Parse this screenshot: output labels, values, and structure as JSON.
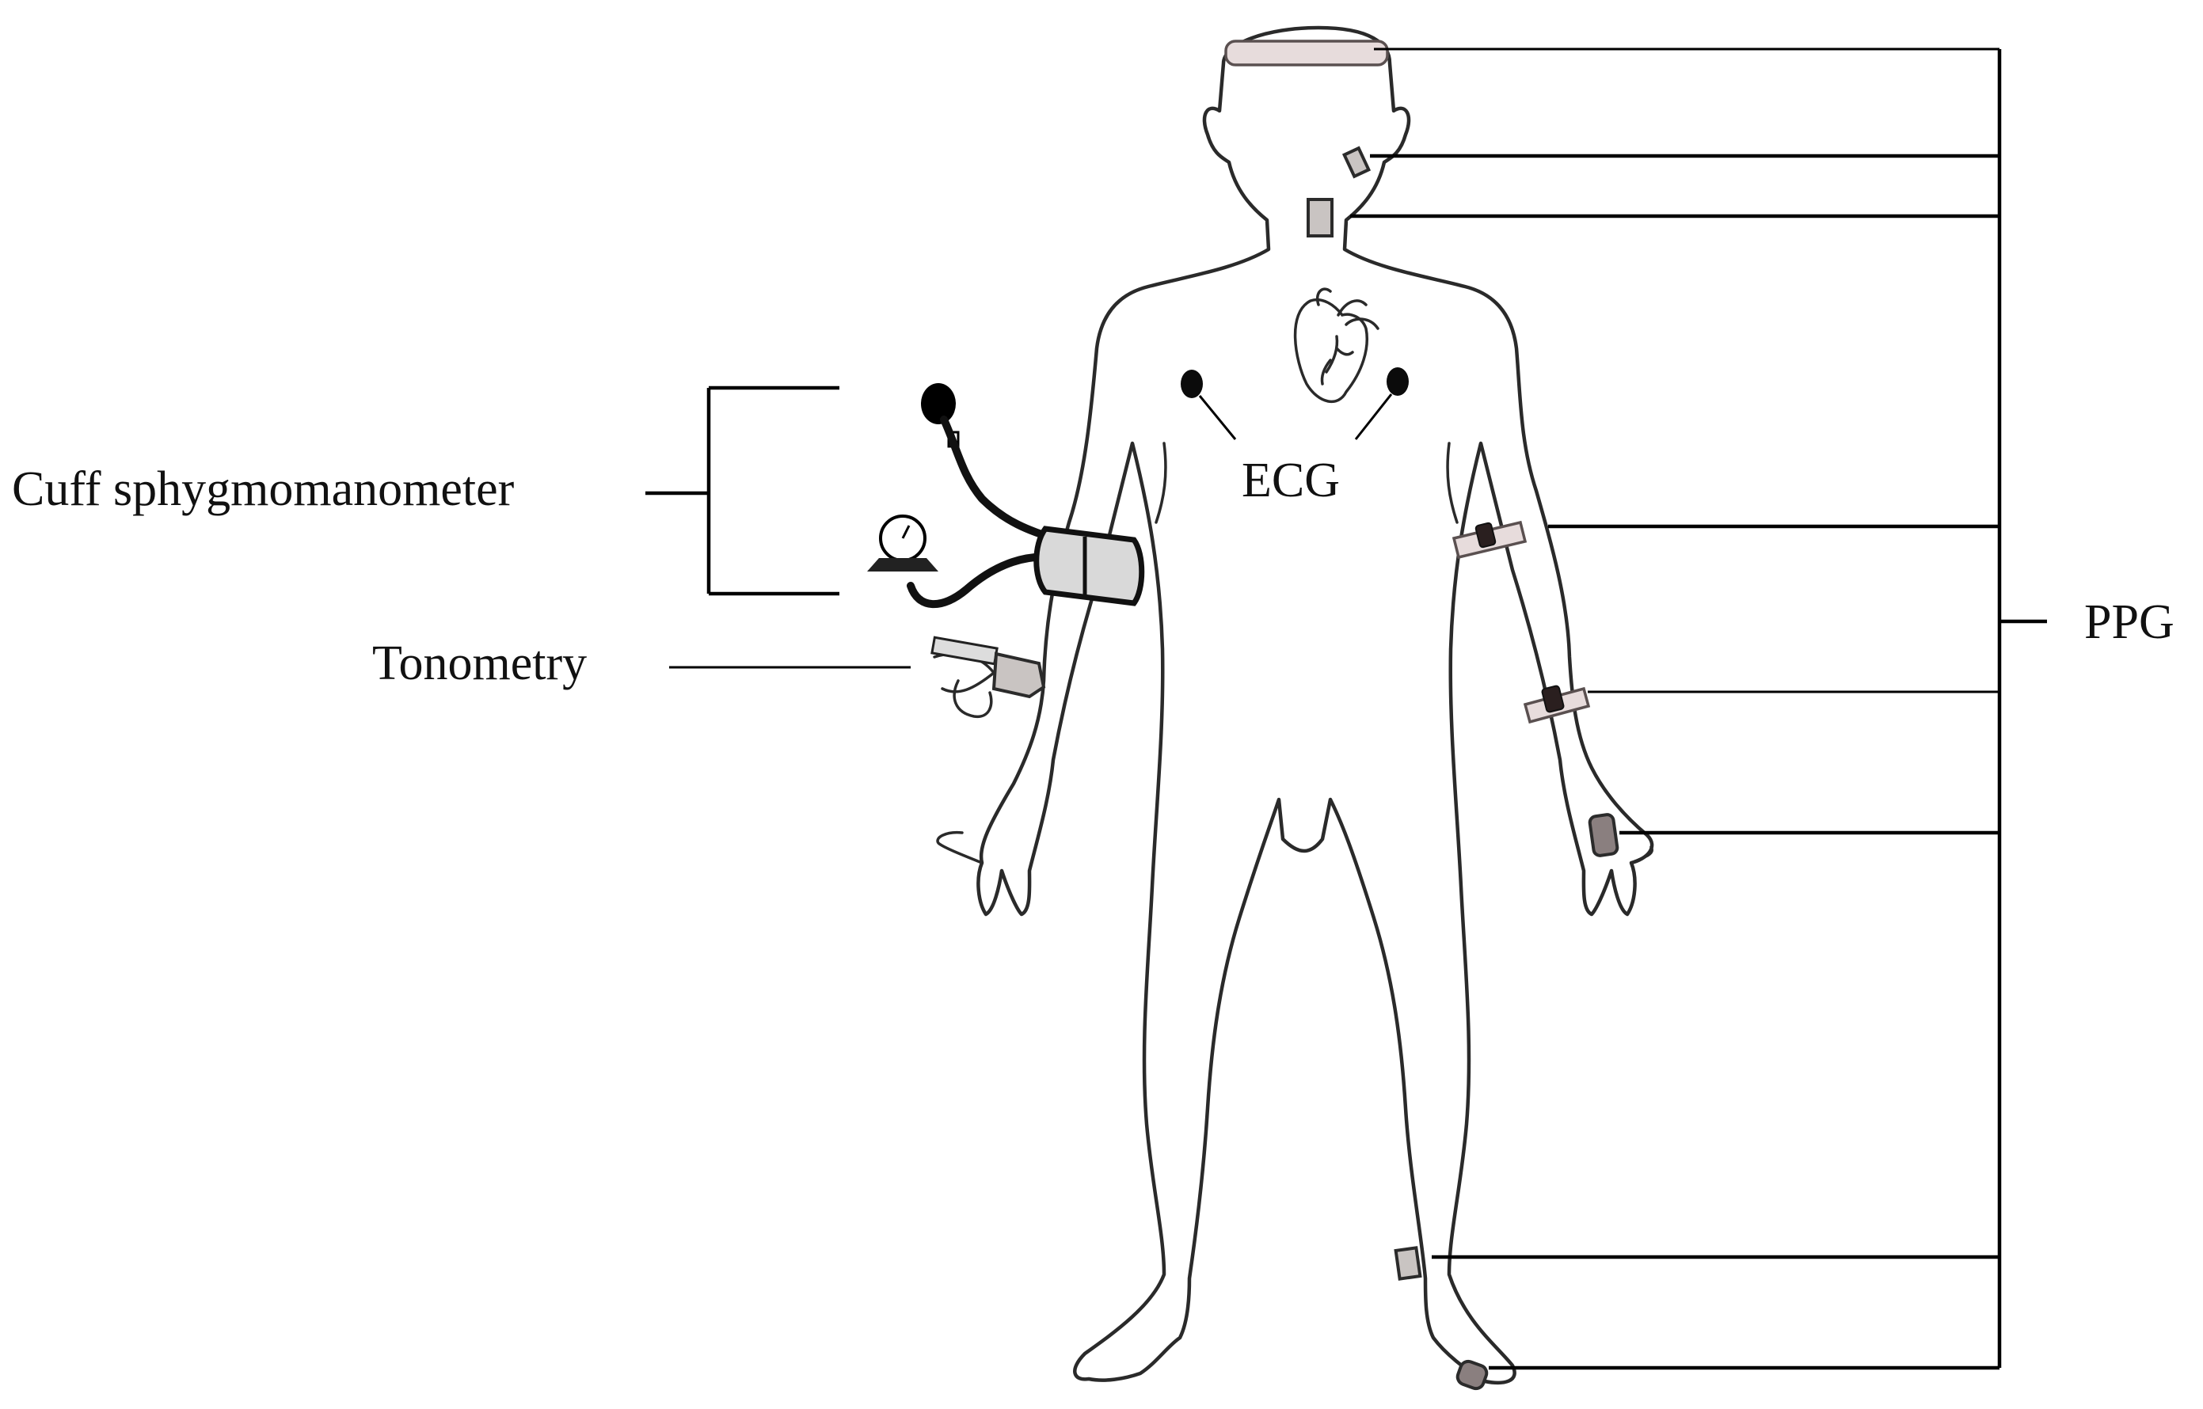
{
  "figure": {
    "labels": {
      "cuff": "Cuff sphygmomanometer",
      "tonometry": "Tonometry",
      "ecg": "ECG",
      "ppg": "PPG"
    },
    "ppg_sites": [
      "forehead",
      "ear",
      "neck",
      "upper-arm",
      "wrist",
      "finger",
      "ankle",
      "toe"
    ],
    "ecg_electrodes": [
      "left-chest",
      "right-chest"
    ],
    "colors": {
      "outline": "#2a2a2a",
      "sensor": "#c9c4c2",
      "electrode": "#0b0b0b",
      "band": "#e7dcdc"
    }
  }
}
